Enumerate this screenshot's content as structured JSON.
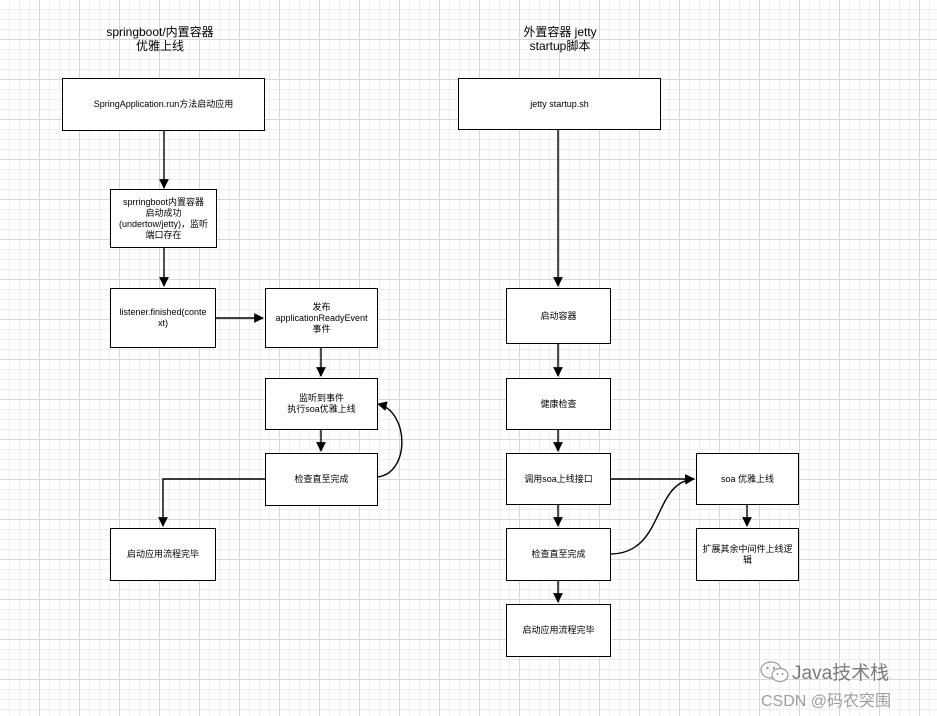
{
  "left": {
    "title": "springboot/内置容器\n优雅上线",
    "nodes": {
      "start": "SpringApplication.run方法启动应用",
      "container": "sprringboot内置容器\n启动成功\n(undertow/jetty)，监听\n端口存在",
      "listener": "listener.finished(conte\nxt)",
      "publish": "发布\napplicationReadyEvent\n事件",
      "handle": "监听到事件\n执行soa优雅上线",
      "check": "检查直至完成",
      "done": "启动应用流程完毕"
    }
  },
  "right": {
    "title": "外置容器 jetty\nstartup脚本",
    "nodes": {
      "script": "jetty startup.sh",
      "start_container": "启动容器",
      "health": "健康检查",
      "call_soa": "调用soa上线接口",
      "check": "检查直至完成",
      "done": "启动应用流程完毕",
      "soa_online": "soa 优雅上线",
      "extend": "扩展其余中间件上线逻\n辑"
    }
  },
  "watermark": {
    "line1": "Java技术栈",
    "line2": "CSDN @码农突围"
  },
  "colors": {
    "stroke": "#000000",
    "grid": "#d6d6d6"
  }
}
